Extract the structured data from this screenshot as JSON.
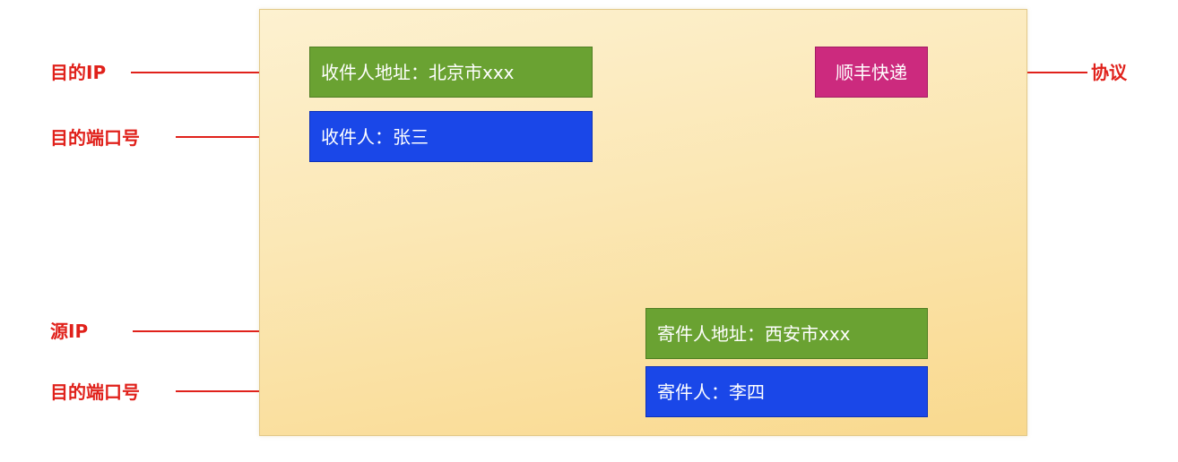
{
  "envelope": {
    "protocol": "顺丰快递",
    "destination_address": "收件人地址：北京市xxx",
    "destination_recipient": "收件人：张三",
    "source_address": "寄件人地址：西安市xxx",
    "source_sender": "寄件人：李四"
  },
  "labels": {
    "dest_ip": "目的IP",
    "dest_port_top": "目的端口号",
    "protocol": "协议",
    "source_ip": "源IP",
    "dest_port_bottom": "目的端口号"
  },
  "colors": {
    "label_red": "#e0211b",
    "address_green": "#6aa232",
    "name_blue": "#1a47e8",
    "protocol_magenta": "#cc2a7e",
    "envelope_yellow": "#fbe7b4"
  }
}
